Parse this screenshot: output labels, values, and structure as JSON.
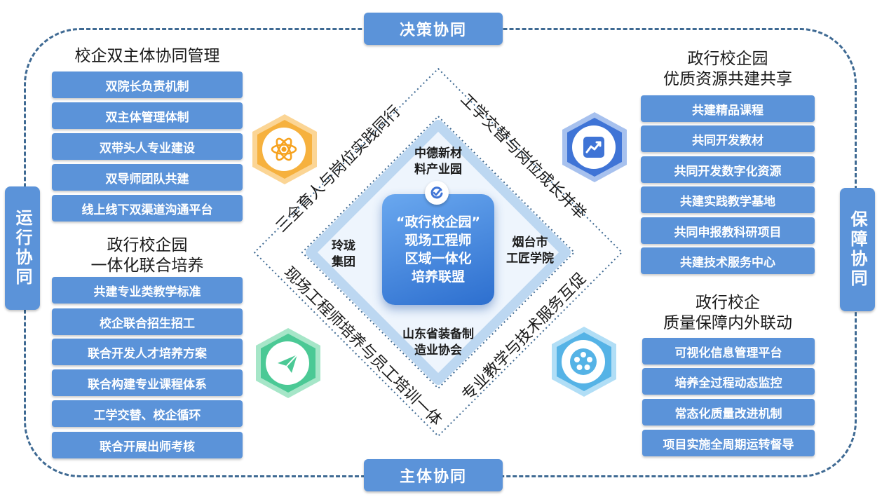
{
  "tags": {
    "top": "决策协同",
    "bottom": "主体协同",
    "left": "运行协同",
    "right": "保障协同"
  },
  "groups": {
    "top_left": {
      "title": "校企双主体协同管理",
      "items": [
        "双院长负责机制",
        "双主体管理体制",
        "双带头人专业建设",
        "双导师团队共建",
        "线上线下双渠道沟通平台"
      ]
    },
    "bottom_left": {
      "title": "政行校企园\n一体化联合培养",
      "items": [
        "共建专业类教学标准",
        "校企联合招生招工",
        "联合开发人才培养方案",
        "联合构建专业课程体系",
        "工学交替、校企循环",
        "联合开展出师考核"
      ]
    },
    "top_right": {
      "title": "政行校企园\n优质资源共建共享",
      "items": [
        "共建精品课程",
        "共同开发教材",
        "共同开发数字化资源",
        "共建实践教学基地",
        "共同申报教科研项目",
        "共建技术服务中心"
      ]
    },
    "bottom_right": {
      "title": "政行校企\n质量保障内外联动",
      "items": [
        "可视化信息管理平台",
        "培养全过程动态监控",
        "常态化质量改进机制",
        "项目实施全周期运转督导"
      ]
    }
  },
  "center": {
    "title": "“政行校企园”\n现场工程师\n区域一体化\n培养联盟",
    "nodes": {
      "top": "中德新材\n料产业园",
      "left": "玲珑\n集团",
      "right": "烟台市\n工匠学院",
      "bottom": "山东省装备制\n造业协会"
    }
  },
  "diamond_edges": {
    "top_left": "三全育人与岗位实践同行",
    "top_right": "工学交替与岗位成长并举",
    "bottom_left": "现场工程师培养与员工培训一体",
    "bottom_right": "专业教学与技术服务互促"
  },
  "icons": {
    "top_left": "atom-icon",
    "top_right": "chart-icon",
    "bottom_left": "paper-plane-icon",
    "bottom_right": "dots-circle-icon",
    "center_badge": "refresh-check-icon"
  },
  "colors": {
    "accent": "#5b93d9",
    "frame": "#3f6a93",
    "hex_orange": "#f6b13e",
    "hex_blue": "#3f74d6",
    "hex_green": "#4bc995",
    "hex_cyan": "#55b3e6"
  }
}
